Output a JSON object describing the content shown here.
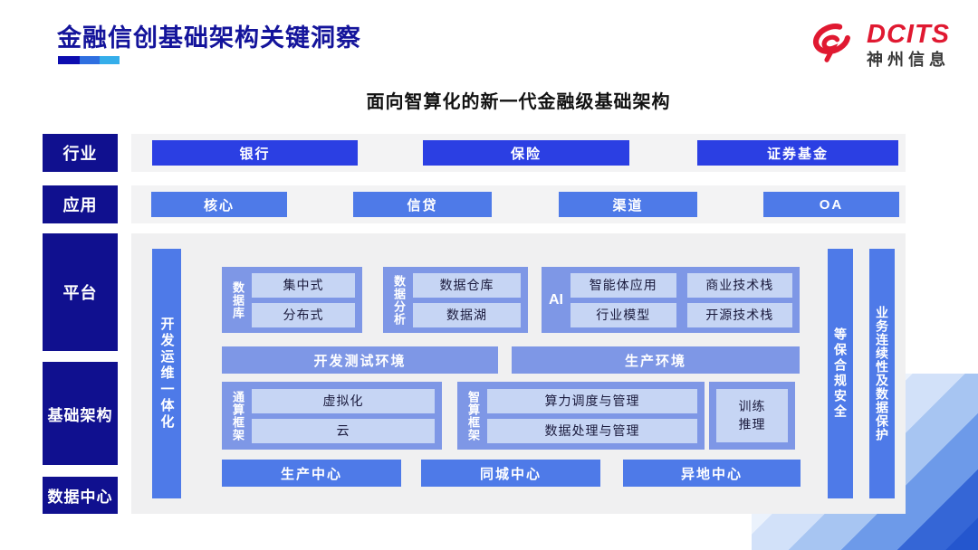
{
  "header": {
    "title": "金融信创基础架构关键洞察",
    "logo": {
      "brand": "DCITS",
      "company": "神州信息"
    }
  },
  "subtitle": "面向智算化的新一代金融级基础架构",
  "colors": {
    "navy": "#10108F",
    "title_navy": "#14149B",
    "strong_blue": "#2B3FE3",
    "medium_blue": "#4E7AE8",
    "soft_blue": "#7E97E6",
    "light_box": "#C6D5F4",
    "brand_red": "#E01931"
  },
  "diagram": {
    "industry": {
      "label": "行业",
      "items": [
        "银行",
        "保险",
        "证券基金"
      ]
    },
    "application": {
      "label": "应用",
      "items": [
        "核心",
        "信贷",
        "渠道",
        "OA"
      ]
    },
    "platform_label": "平台",
    "infrastructure_label": "基础架构",
    "datacenter_label": "数据中心",
    "panel": {
      "left_bar": "开发运维一体化",
      "right_bars": [
        "等保合规安全",
        "业务连续性及数据保护"
      ],
      "groups": {
        "database": {
          "label": "数据库",
          "items": [
            "集中式",
            "分布式"
          ]
        },
        "analytics": {
          "label": "数据分析",
          "items": [
            "数据仓库",
            "数据湖"
          ]
        },
        "ai": {
          "label": "AI",
          "items": [
            "智能体应用",
            "商业技术栈",
            "行业模型",
            "开源技术栈"
          ]
        }
      },
      "environments": [
        "开发测试环境",
        "生产环境"
      ],
      "frameworks": {
        "general": {
          "label": "通算框架",
          "items": [
            "虚拟化",
            "云"
          ]
        },
        "intelligent": {
          "label": "智算框架",
          "items": [
            "算力调度与管理",
            "数据处理与管理"
          ]
        },
        "training": {
          "item": "训练推理"
        }
      },
      "centers": [
        "生产中心",
        "同城中心",
        "异地中心"
      ]
    }
  }
}
